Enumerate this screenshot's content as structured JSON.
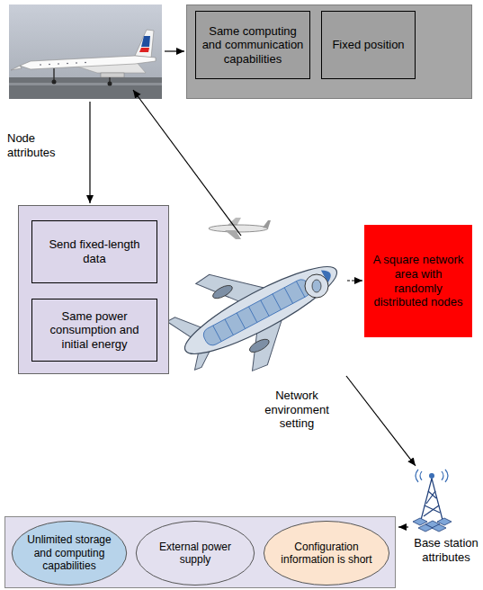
{
  "diagram": {
    "nodes": [
      {
        "text": []
      },
      {
        "text": [
          "Same computing and communication capabilities"
        ],
        "in": 0
      },
      {
        "text": [
          "Fixed position"
        ],
        "in": 0
      },
      {
        "text": []
      },
      {
        "text": [
          "Send fixed-length data"
        ],
        "in": 3
      },
      {
        "text": [
          "Same power consumption and initial energy"
        ],
        "in": 3
      },
      {
        "text": [
          "A square network area with randomly distributed nodes"
        ]
      },
      {
        "text": []
      },
      {
        "text": [
          "Unlimited storage and computing capabilities"
        ],
        "in": 7
      },
      {
        "text": [
          "External power supply"
        ],
        "in": 7
      },
      {
        "text": [
          "Configuration information is short"
        ],
        "in": 7
      }
    ],
    "labels": [
      "Node attributes",
      "Network environment setting",
      "Base station attributes"
    ]
  }
}
